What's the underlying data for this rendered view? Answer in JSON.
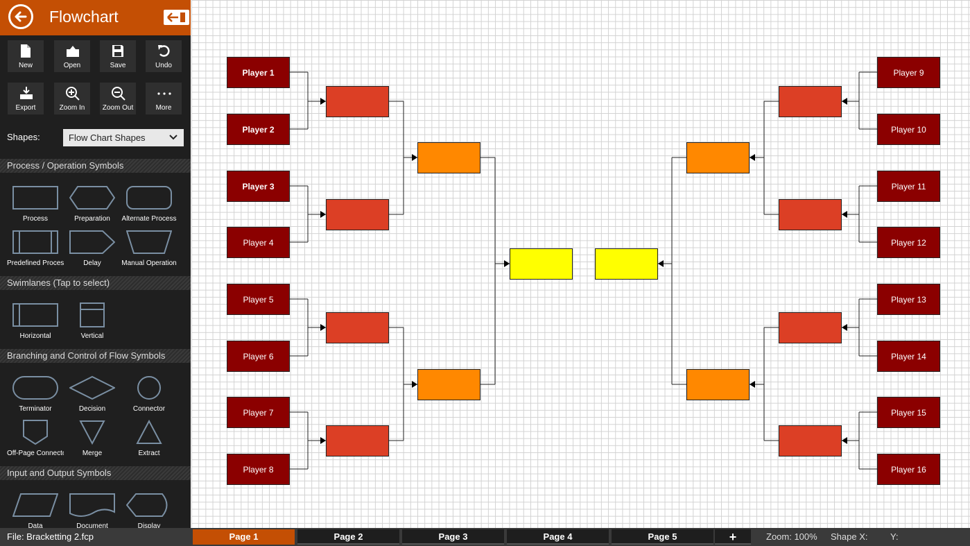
{
  "app": {
    "title": "Flowchart"
  },
  "toolbar": [
    {
      "label": "New",
      "icon": "new-file-icon"
    },
    {
      "label": "Open",
      "icon": "open-folder-icon"
    },
    {
      "label": "Save",
      "icon": "save-icon"
    },
    {
      "label": "Undo",
      "icon": "undo-icon"
    },
    {
      "label": "Export",
      "icon": "export-icon"
    },
    {
      "label": "Zoom In",
      "icon": "zoom-in-icon"
    },
    {
      "label": "Zoom Out",
      "icon": "zoom-out-icon"
    },
    {
      "label": "More",
      "icon": "more-icon"
    }
  ],
  "shapes_selector": {
    "label": "Shapes:",
    "value": "Flow Chart Shapes"
  },
  "sections": [
    {
      "title": "Process / Operation Symbols",
      "items": [
        "Process",
        "Preparation",
        "Alternate Process",
        "Predefined Process",
        "Delay",
        "Manual Operation"
      ]
    },
    {
      "title": "Swimlanes (Tap to select)",
      "items": [
        "Horizontal",
        "Vertical"
      ]
    },
    {
      "title": "Branching and Control of Flow Symbols",
      "items": [
        "Terminator",
        "Decision",
        "Connector",
        "Off-Page Connector",
        "Merge",
        "Extract"
      ]
    },
    {
      "title": "Input and Output Symbols",
      "items": [
        "Data",
        "Document",
        "Display"
      ]
    }
  ],
  "players": {
    "left": [
      "Player 1",
      "Player 2",
      "Player 3",
      "Player 4",
      "Player 5",
      "Player 6",
      "Player 7",
      "Player 8"
    ],
    "right": [
      "Player 9",
      "Player 10",
      "Player 11",
      "Player 12",
      "Player 13",
      "Player 14",
      "Player 15",
      "Player 16"
    ]
  },
  "colors": {
    "round1": "#8b0000",
    "round2": "#dc3f25",
    "round3": "#ff8800",
    "final": "#ffff00",
    "accent": "#c44f04"
  },
  "status": {
    "file": "File:  Bracketting 2.fcp",
    "pages": [
      "Page 1",
      "Page 2",
      "Page 3",
      "Page 4",
      "Page 5"
    ],
    "active_page": "Page 1",
    "add_page": "+",
    "zoom": "Zoom:  100%",
    "shape_x": "Shape X:",
    "y": "Y:"
  }
}
